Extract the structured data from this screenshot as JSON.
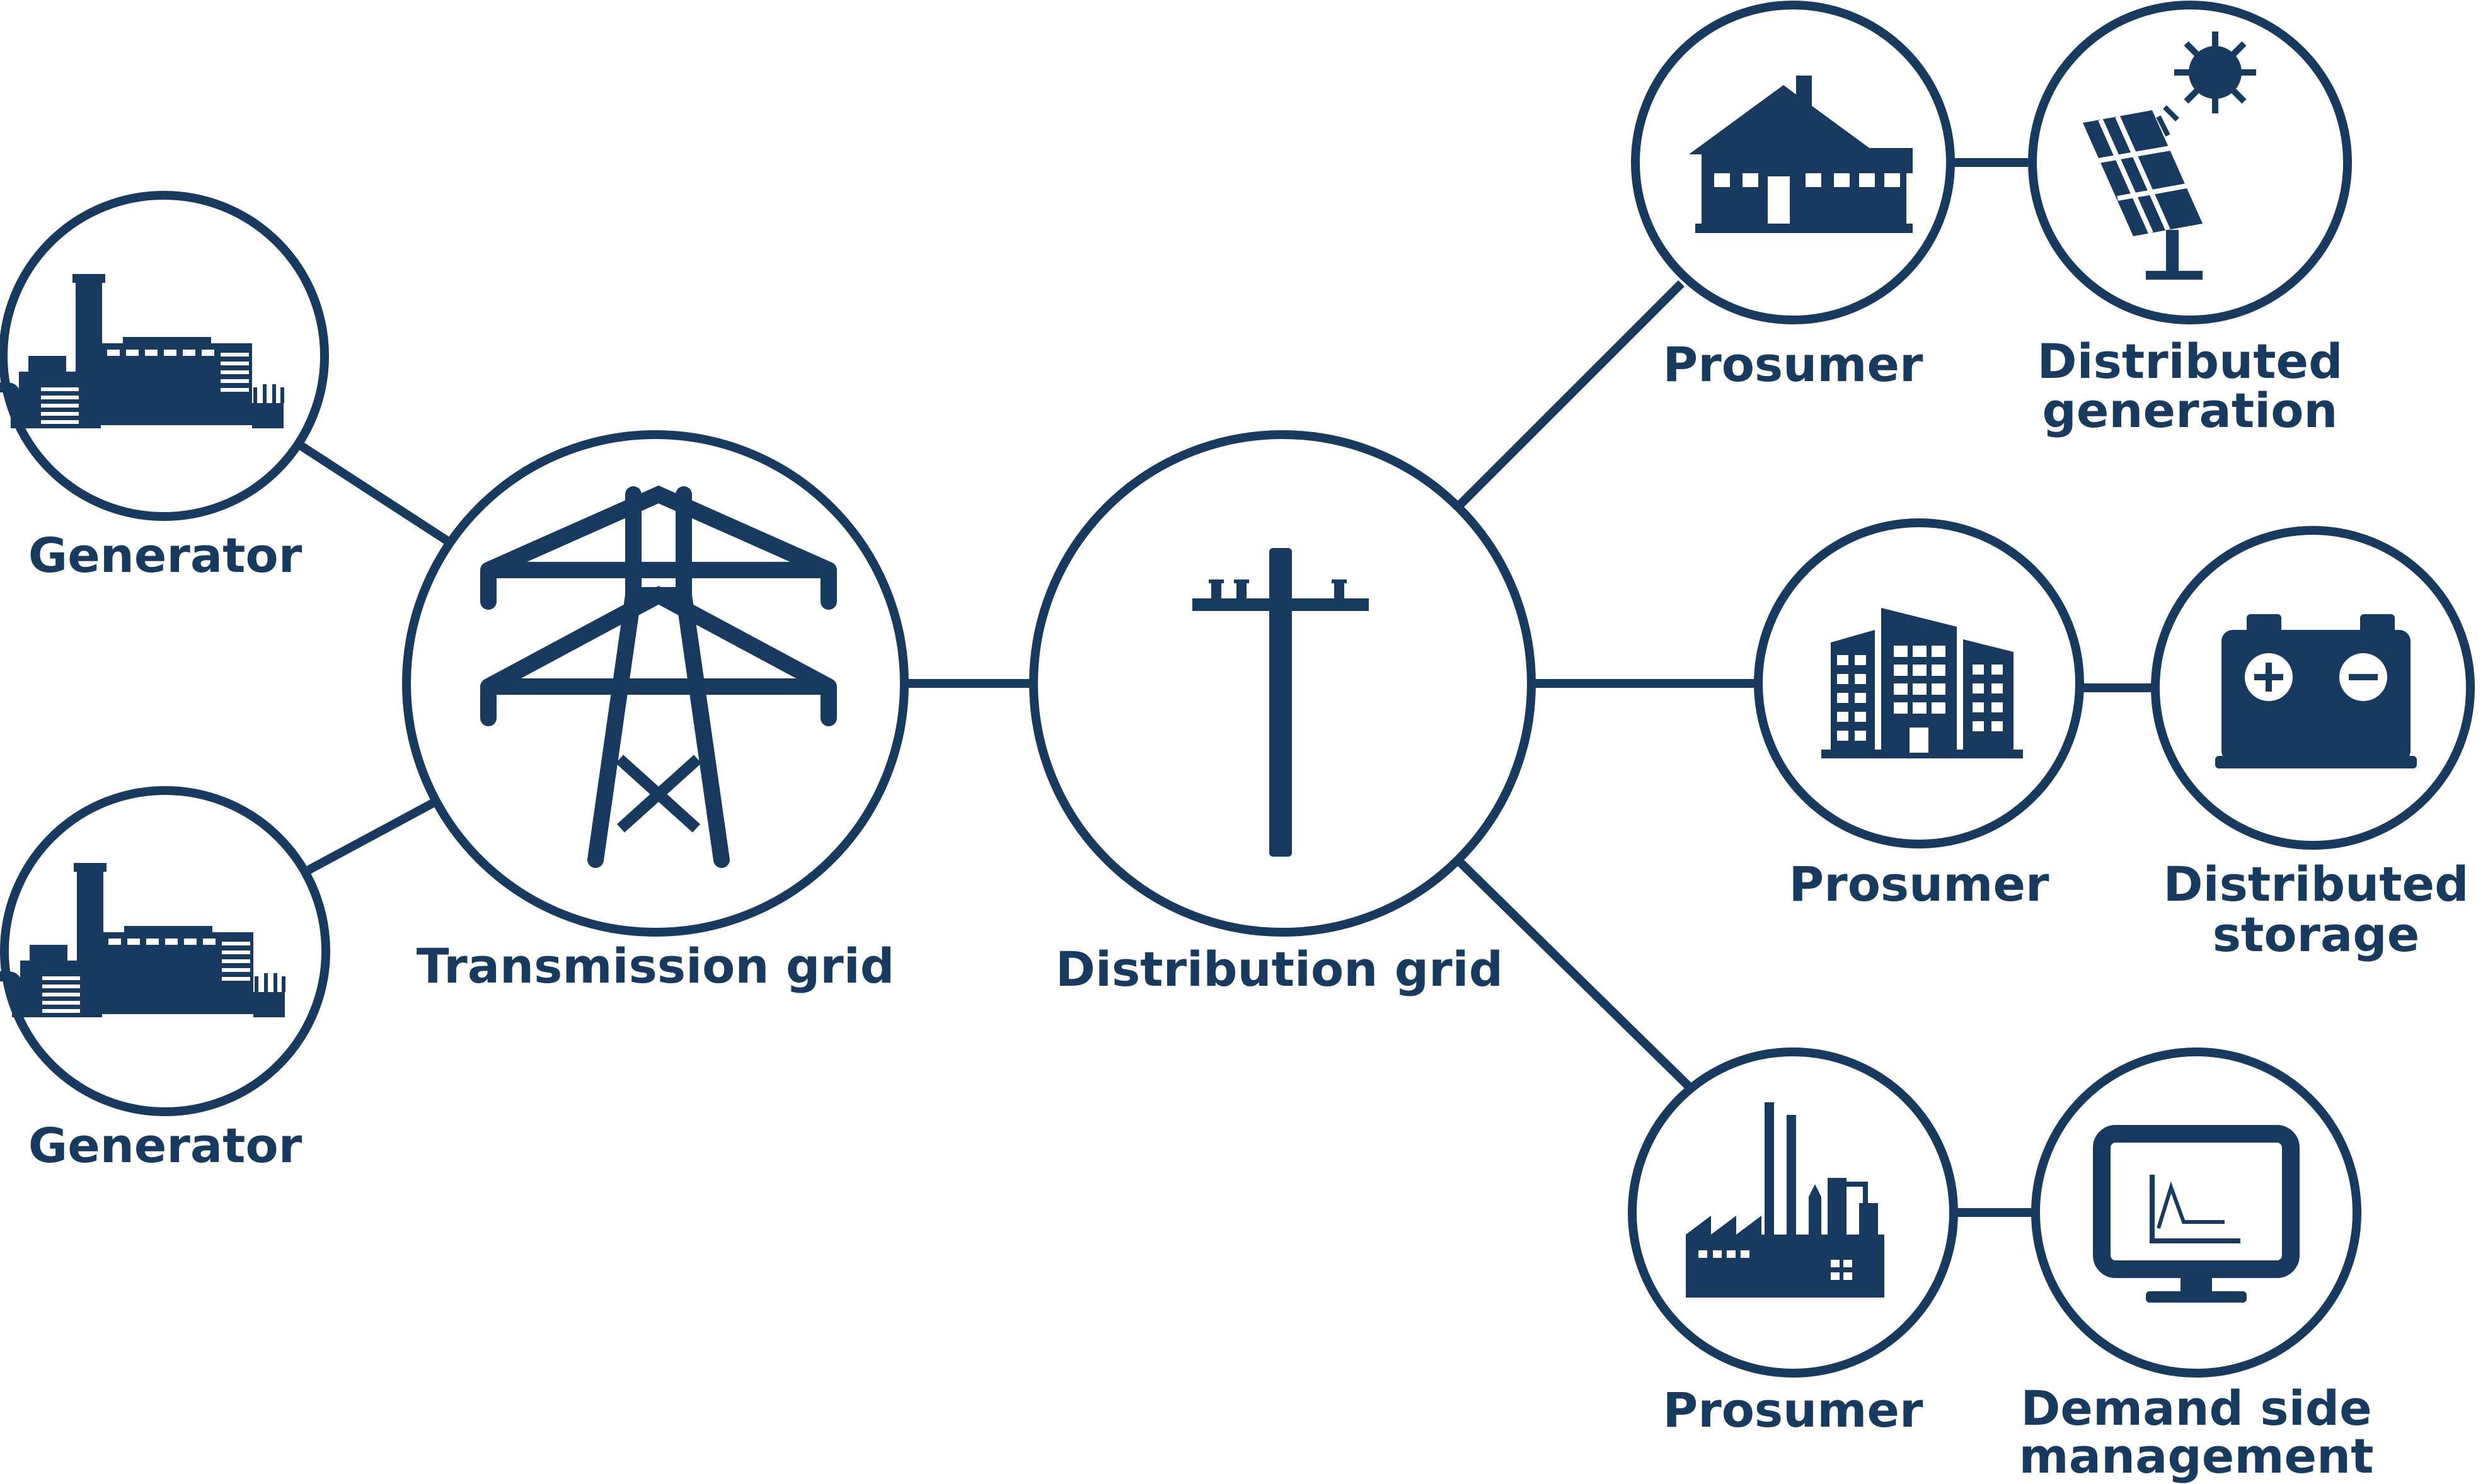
{
  "colors": {
    "ink": "#173a5e",
    "background": "#ffffff"
  },
  "nodes": {
    "generator_top": {
      "label": "Generator",
      "icon": "power-plant-icon"
    },
    "generator_bottom": {
      "label": "Generator",
      "icon": "power-plant-icon"
    },
    "transmission_grid": {
      "label": "Transmission grid",
      "icon": "transmission-tower-icon"
    },
    "distribution_grid": {
      "label": "Distribution grid",
      "icon": "utility-pole-icon"
    },
    "prosumer_house": {
      "label": "Prosumer",
      "icon": "house-icon"
    },
    "distributed_generation": {
      "label_line1": "Distributed",
      "label_line2": "generation",
      "icon": "solar-panel-icon"
    },
    "prosumer_buildings": {
      "label": "Prosumer",
      "icon": "buildings-icon"
    },
    "distributed_storage": {
      "label_line1": "Distributed",
      "label_line2": "storage",
      "icon": "battery-icon"
    },
    "prosumer_factory": {
      "label": "Prosumer",
      "icon": "factory-icon"
    },
    "demand_side_management": {
      "label_line1": "Demand side",
      "label_line2": "management",
      "icon": "monitor-chart-icon"
    }
  },
  "edges": [
    {
      "from": "Generator",
      "to": "Transmission grid"
    },
    {
      "from": "Generator",
      "to": "Transmission grid"
    },
    {
      "from": "Transmission grid",
      "to": "Distribution grid"
    },
    {
      "from": "Distribution grid",
      "to": "Prosumer"
    },
    {
      "from": "Distribution grid",
      "to": "Prosumer"
    },
    {
      "from": "Distribution grid",
      "to": "Prosumer"
    },
    {
      "from": "Prosumer",
      "to": "Distributed generation"
    },
    {
      "from": "Prosumer",
      "to": "Distributed storage"
    },
    {
      "from": "Prosumer",
      "to": "Demand side management"
    }
  ]
}
